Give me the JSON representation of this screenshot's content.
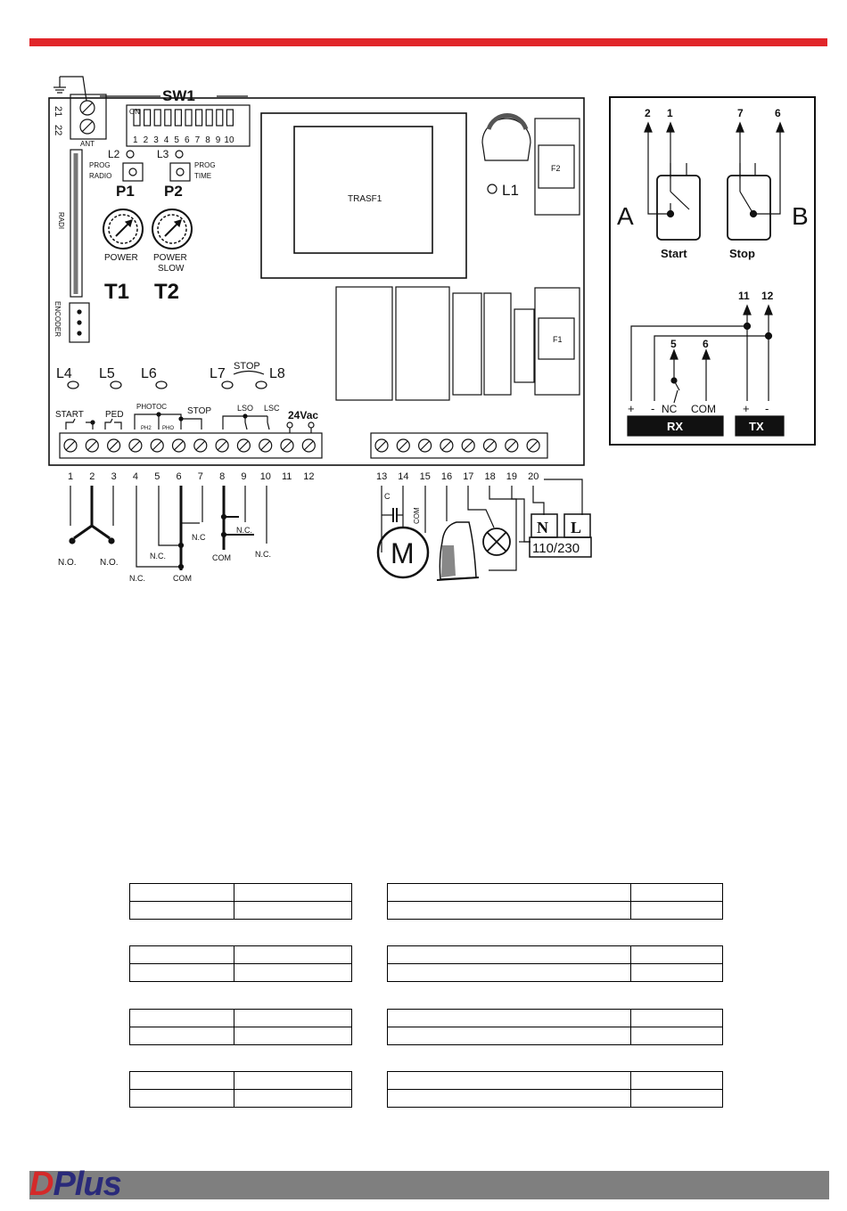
{
  "colors": {
    "accent_red": "#e1262a",
    "footer_gray": "#7f7f7f",
    "ink": "#111111"
  },
  "board": {
    "sw1": "SW1",
    "on": "ON",
    "dip": [
      "1",
      "2",
      "3",
      "4",
      "5",
      "6",
      "7",
      "8",
      "9",
      "10"
    ],
    "ant_nums": [
      "21",
      "22"
    ],
    "ant": "ANT",
    "radi": "RADI",
    "l2": "L2",
    "l3": "L3",
    "prog_radio": [
      "PROG",
      "RADIO"
    ],
    "prog_time": [
      "PROG",
      "TIME"
    ],
    "p1": "P1",
    "p2": "P2",
    "power": "POWER",
    "power_slow": [
      "POWER",
      "SLOW"
    ],
    "t1": "T1",
    "t2": "T2",
    "encoder": "ENCODER",
    "trasf": "TRASF1",
    "f1": "F1",
    "f2": "F2",
    "l1": "L1",
    "l4": "L4",
    "l5": "L5",
    "l6": "L6",
    "l7": "L7",
    "l8": "L8",
    "stop_top": "STOP",
    "start": "START",
    "ped": "PED",
    "photoc": "PHOTOC",
    "ph2": "PH2",
    "pho": "PHO",
    "stop": "STOP",
    "lso": "LSO",
    "lsc": "LSC",
    "vac": "24Vac",
    "terminals": [
      "1",
      "2",
      "3",
      "4",
      "5",
      "6",
      "7",
      "8",
      "9",
      "10",
      "11",
      "12",
      "13",
      "14",
      "15",
      "16",
      "17",
      "18",
      "19",
      "20"
    ],
    "no1": "N.O.",
    "no2": "N.O.",
    "nc_photo": "N.C.",
    "nc_stop": "N.C",
    "nc4": "N.C.",
    "com_photo": "COM",
    "com_ls": "COM",
    "nc_ls1": "N.C.",
    "nc_ls2": "N.C.",
    "cap": "C",
    "com15": "COM",
    "motor": "M",
    "n": "N",
    "l": "L",
    "voltage": "110/230"
  },
  "inset": {
    "pins_a": [
      "2",
      "1"
    ],
    "pins_b": [
      "7",
      "6"
    ],
    "a": "A",
    "b": "B",
    "start": "Start",
    "stop": "Stop",
    "pins_tx": [
      "11",
      "12"
    ],
    "pins_rx": [
      "5",
      "6"
    ],
    "plus1": "+",
    "minus1": "-",
    "nc": "NC",
    "com": "COM",
    "plus2": "+",
    "minus2": "-",
    "rx": "RX",
    "tx": "TX"
  },
  "footer": {
    "logo_d": "D",
    "logo_plus": "Plus"
  }
}
